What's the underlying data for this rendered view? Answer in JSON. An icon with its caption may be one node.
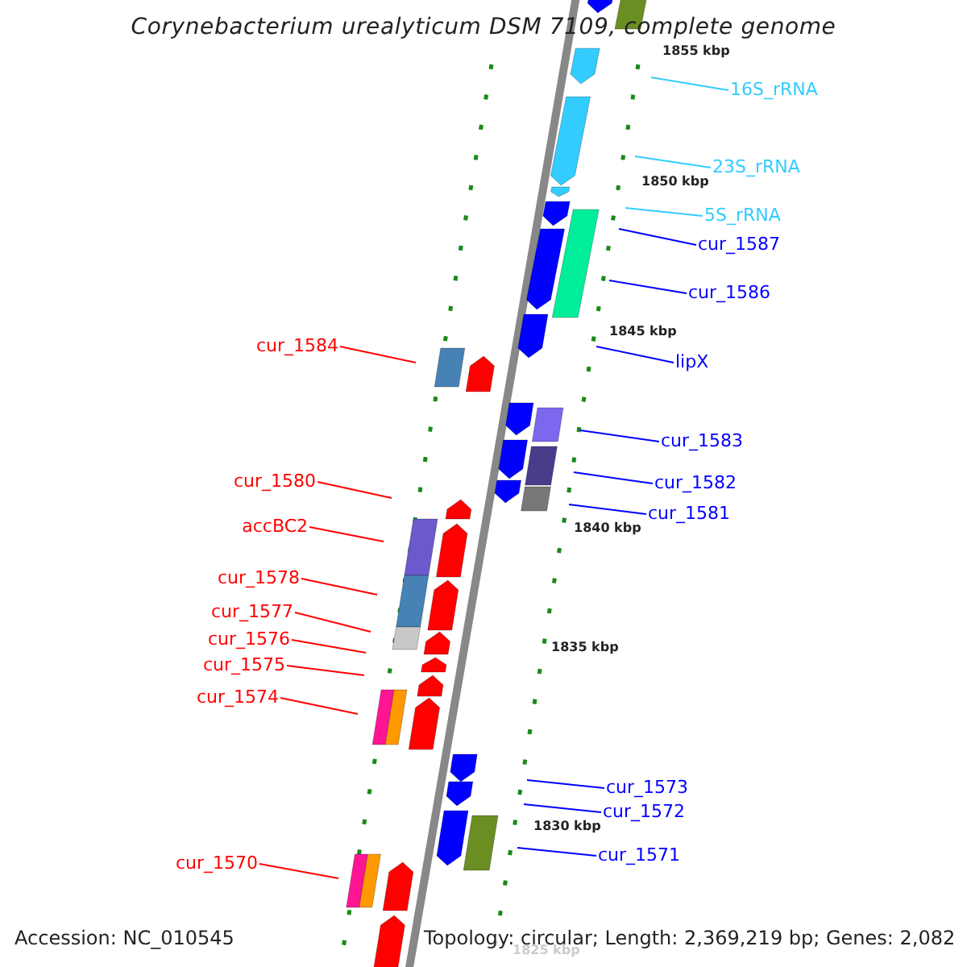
{
  "diagram": {
    "title": "Corynebacterium urealyticum DSM 7109, complete genome",
    "nodes": [
      {
        "text": [
          "16S_rRNA"
        ]
      },
      {
        "text": [
          "23S_rRNA"
        ]
      },
      {
        "text": [
          "5S_rRNA"
        ]
      },
      {
        "text": [
          "cur_1587"
        ]
      },
      {
        "text": [
          "cur_1586"
        ]
      },
      {
        "text": [
          "cur_1584"
        ]
      },
      {
        "text": [
          "lipX"
        ]
      },
      {
        "text": [
          "cur_1583"
        ]
      },
      {
        "text": [
          "cur_1580"
        ]
      },
      {
        "text": [
          "cur_1582"
        ]
      },
      {
        "text": [
          "cur_1581"
        ]
      },
      {
        "text": [
          "accBC2"
        ]
      },
      {
        "text": [
          "cur_1578"
        ]
      },
      {
        "text": [
          "cur_1577"
        ]
      },
      {
        "text": [
          "cur_1576"
        ]
      },
      {
        "text": [
          "cur_1575"
        ]
      },
      {
        "text": [
          "cur_1574"
        ]
      },
      {
        "text": [
          "cur_1573"
        ]
      },
      {
        "text": [
          "cur_1572"
        ]
      },
      {
        "text": [
          "cur_1571"
        ]
      },
      {
        "text": [
          "cur_1570"
        ]
      }
    ],
    "edges": [
      {
        "from": 0,
        "to": null,
        "arrow": "none",
        "color": "#33ccff"
      },
      {
        "from": 1,
        "to": null,
        "arrow": "none",
        "color": "#33ccff"
      },
      {
        "from": 2,
        "to": null,
        "arrow": "none",
        "color": "#33ccff"
      },
      {
        "from": 3,
        "to": null,
        "arrow": "none"
      },
      {
        "from": 4,
        "to": null,
        "arrow": "none"
      },
      {
        "from": 5,
        "to": null,
        "arrow": "none",
        "color": "#ff0000"
      },
      {
        "from": 6,
        "to": null,
        "arrow": "none"
      },
      {
        "from": 7,
        "to": null,
        "arrow": "none"
      },
      {
        "from": 8,
        "to": null,
        "arrow": "none",
        "color": "#ff0000"
      },
      {
        "from": 9,
        "to": null,
        "arrow": "none"
      },
      {
        "from": 10,
        "to": null,
        "arrow": "none"
      },
      {
        "from": 11,
        "to": null,
        "arrow": "none",
        "color": "#ff0000"
      },
      {
        "from": 12,
        "to": null,
        "arrow": "none",
        "color": "#ff0000"
      },
      {
        "from": 13,
        "to": null,
        "arrow": "none",
        "color": "#ff0000"
      },
      {
        "from": 14,
        "to": null,
        "arrow": "none",
        "color": "#ff0000"
      },
      {
        "from": 15,
        "to": null,
        "arrow": "none",
        "color": "#ff0000"
      },
      {
        "from": 16,
        "to": null,
        "arrow": "none",
        "color": "#ff0000"
      },
      {
        "from": 17,
        "to": null,
        "arrow": "none"
      },
      {
        "from": 18,
        "to": null,
        "arrow": "none"
      },
      {
        "from": 19,
        "to": null,
        "arrow": "none"
      },
      {
        "from": 20,
        "to": null,
        "arrow": "none",
        "color": "#ff0000"
      }
    ],
    "labels": [
      "1855 kbp",
      "1850 kbp",
      "1845 kbp",
      "1840 kbp",
      "1835 kbp",
      "1830 kbp",
      "Accession: NC_010545",
      "Topology: circular; Length: 2,369,219 bp; Genes: 2,082",
      "1825 kbp"
    ]
  }
}
